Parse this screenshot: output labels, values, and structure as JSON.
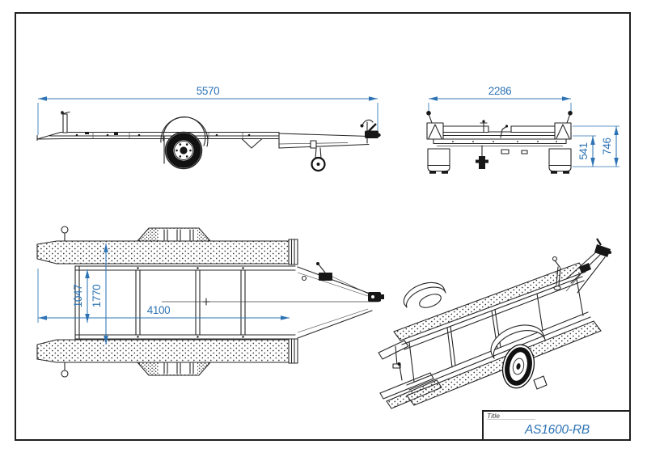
{
  "drawing": {
    "background": "#ffffff",
    "border_color": "#1f1f1f",
    "dimension_color": "#2E74B5",
    "line_color": "#262626"
  },
  "title_block": {
    "label": "Title",
    "value": "AS1600-RB"
  },
  "views": {
    "side_view": {
      "dims": {
        "overall_length": "5570"
      }
    },
    "rear_view": {
      "dims": {
        "overall_width": "2286",
        "deck_height": "541",
        "overall_height": "746"
      }
    },
    "top_view": {
      "dims": {
        "inner_width": "1047",
        "frame_width": "1770",
        "bed_length": "4100"
      }
    },
    "isometric_view": {
      "dims": {}
    }
  }
}
